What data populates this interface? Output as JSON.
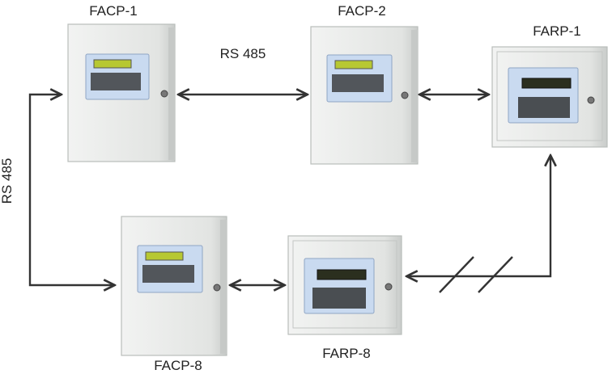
{
  "panels": [
    {
      "id": "facp1",
      "label": "FACP-1",
      "kind": "facp"
    },
    {
      "id": "facp2",
      "label": "FACP-2",
      "kind": "facp"
    },
    {
      "id": "farp1",
      "label": "FARP-1",
      "kind": "farp"
    },
    {
      "id": "facp8",
      "label": "FACP-8",
      "kind": "facp"
    },
    {
      "id": "farp8",
      "label": "FARP-8",
      "kind": "farp"
    }
  ],
  "links": {
    "top_label": "RS 485",
    "side_label": "RS 485"
  },
  "colors": {
    "cabinet": "#e6e8e6",
    "cabinet_edge": "#b9bdbb",
    "front_panel": "#c9daf0",
    "display": "#b7c832",
    "keypad": "#2a2a2a",
    "arrow": "#333333"
  }
}
